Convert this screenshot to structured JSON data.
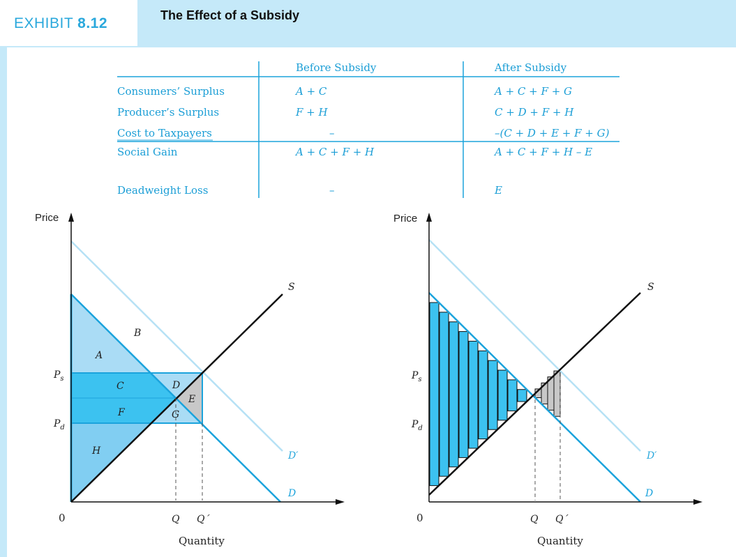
{
  "header": {
    "exhibit_word": "EXHIBIT",
    "exhibit_number": "8.12",
    "title": "The Effect of a Subsidy"
  },
  "table": {
    "columns": [
      "Before Subsidy",
      "After Subsidy"
    ],
    "rows": [
      {
        "label": "Consumers’ Surplus",
        "before": "A + C",
        "after": "A + C + F + G"
      },
      {
        "label": "Producer’s Surplus",
        "before": "F + H",
        "after": "C + D + F + H"
      },
      {
        "label": "Cost to Taxpayers",
        "before": "–",
        "after": "–(C + D + E + F + G)"
      },
      {
        "label": "Social Gain",
        "before": "A + C + F + H",
        "after": "A + C + F + H – E"
      },
      {
        "label": "Deadweight Loss",
        "before": "–",
        "after": "E"
      }
    ]
  },
  "graphs": {
    "left": {
      "y_axis_label": "Price",
      "x_axis_label": "Quantity",
      "origin_label": "0",
      "price_labels": {
        "ps": "P",
        "ps_sub": "s",
        "pd": "P",
        "pd_sub": "d"
      },
      "quantity_labels": {
        "q": "Q",
        "q_prime": "Q´"
      },
      "curve_labels": {
        "supply": "S",
        "demand": "D",
        "demand_shifted": "D′"
      },
      "area_labels": {
        "a": "A",
        "b": "B",
        "c": "C",
        "d": "D",
        "e": "E",
        "f": "F",
        "g": "G",
        "h": "H"
      }
    },
    "right": {
      "y_axis_label": "Price",
      "x_axis_label": "Quantity",
      "origin_label": "0",
      "price_labels": {
        "ps": "P",
        "ps_sub": "s",
        "pd": "P",
        "pd_sub": "d"
      },
      "quantity_labels": {
        "q": "Q",
        "q_prime": "Q´"
      },
      "curve_labels": {
        "supply": "S",
        "demand": "D",
        "demand_shifted": "D′"
      }
    }
  },
  "colors": {
    "background": "#c5e9f9",
    "accent": "#2aa8dc",
    "demand_line": "#1ba3dc",
    "shifted_demand_line": "#b6e1f5",
    "area_light": "#aadcf5",
    "area_mid": "#81cef2",
    "area_dark": "#3cc2f0",
    "deadweight_gray": "#c8c8c8"
  }
}
